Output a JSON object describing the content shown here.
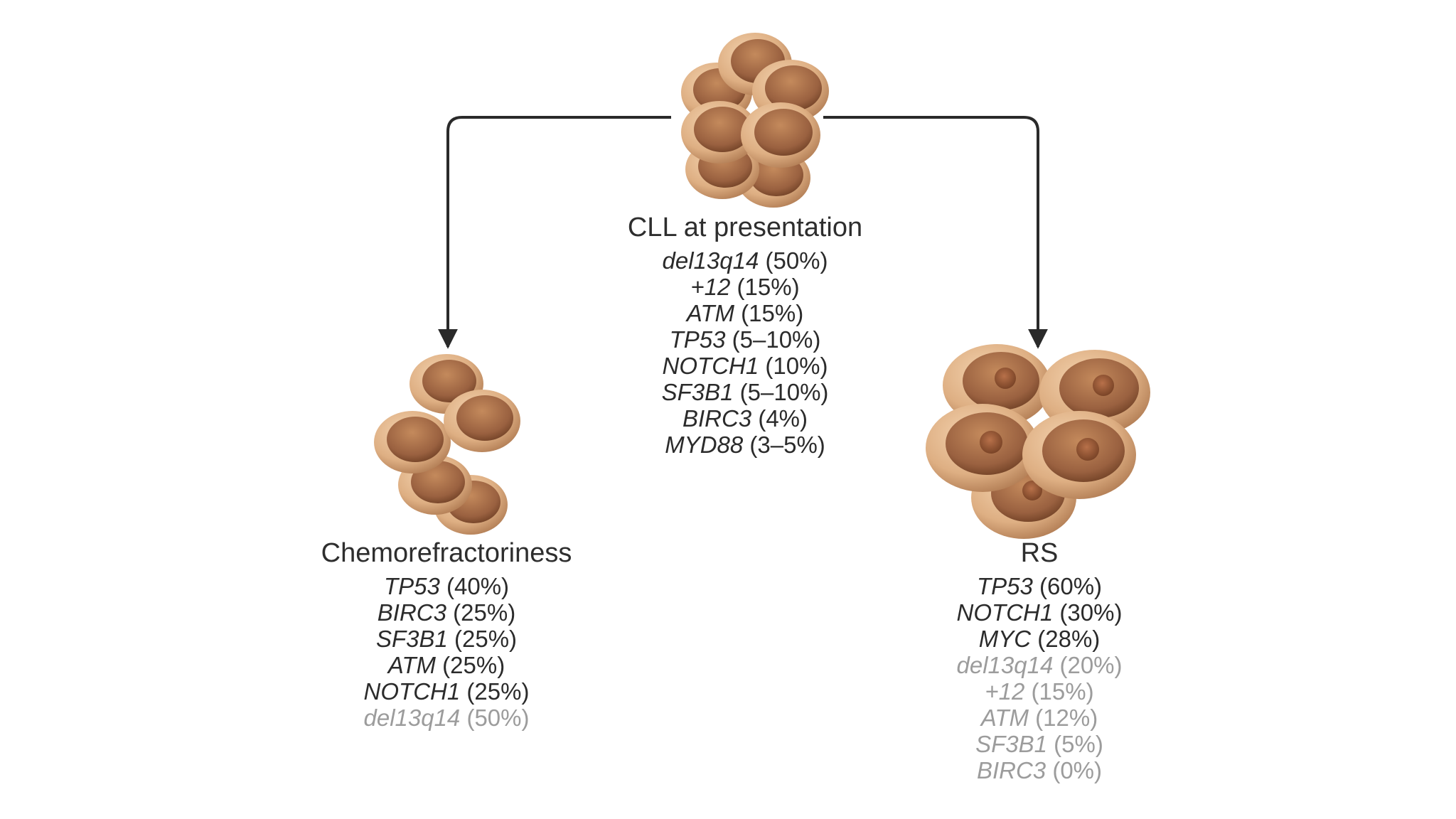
{
  "colors": {
    "arrow": "#2a2a2a",
    "cell_outer": "#e0b48a",
    "cell_inner": "#a96d45",
    "text": "#2b2b2b",
    "text_faded": "#9c9c9c"
  },
  "nodes": {
    "cll": {
      "title": "CLL at presentation",
      "mutations": [
        {
          "gene": "del13q14",
          "pct": "(50%)",
          "faded": false
        },
        {
          "gene": "+12",
          "pct": "(15%)",
          "faded": false
        },
        {
          "gene": "ATM",
          "pct": "(15%)",
          "faded": false
        },
        {
          "gene": "TP53",
          "pct": "(5–10%)",
          "faded": false
        },
        {
          "gene": "NOTCH1",
          "pct": "(10%)",
          "faded": false
        },
        {
          "gene": "SF3B1",
          "pct": "(5–10%)",
          "faded": false
        },
        {
          "gene": "BIRC3",
          "pct": "(4%)",
          "faded": false
        },
        {
          "gene": "MYD88",
          "pct": "(3–5%)",
          "faded": false
        }
      ]
    },
    "chemo": {
      "title": "Chemorefractoriness",
      "mutations": [
        {
          "gene": "TP53",
          "pct": "(40%)",
          "faded": false
        },
        {
          "gene": "BIRC3",
          "pct": "(25%)",
          "faded": false
        },
        {
          "gene": "SF3B1",
          "pct": "(25%)",
          "faded": false
        },
        {
          "gene": "ATM",
          "pct": "(25%)",
          "faded": false
        },
        {
          "gene": "NOTCH1",
          "pct": "(25%)",
          "faded": false
        },
        {
          "gene": "del13q14",
          "pct": "(50%)",
          "faded": true
        }
      ]
    },
    "rs": {
      "title": "RS",
      "mutations": [
        {
          "gene": "TP53",
          "pct": "(60%)",
          "faded": false
        },
        {
          "gene": "NOTCH1",
          "pct": "(30%)",
          "faded": false
        },
        {
          "gene": "MYC",
          "pct": "(28%)",
          "faded": false
        },
        {
          "gene": "del13q14",
          "pct": "(20%)",
          "faded": true
        },
        {
          "gene": "+12",
          "pct": "(15%)",
          "faded": true
        },
        {
          "gene": "ATM",
          "pct": "(12%)",
          "faded": true
        },
        {
          "gene": "SF3B1",
          "pct": "(5%)",
          "faded": true
        },
        {
          "gene": "BIRC3",
          "pct": "(0%)",
          "faded": true
        }
      ]
    }
  }
}
